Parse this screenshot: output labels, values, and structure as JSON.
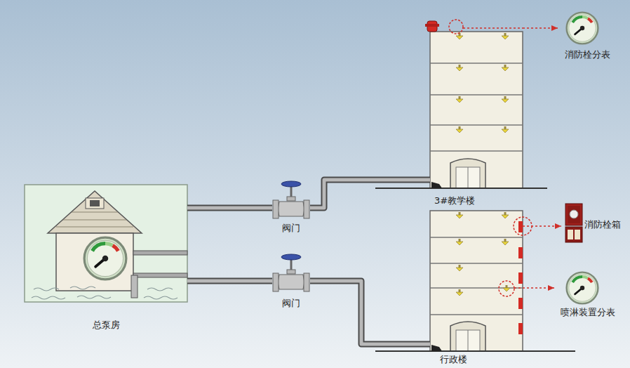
{
  "diagram": {
    "nodes": [
      {
        "text": [
          "总泵房"
        ]
      },
      {
        "text": [
          "阀门"
        ]
      },
      {
        "text": [
          "阀门"
        ]
      },
      {
        "text": [
          "3#教学楼"
        ]
      },
      {
        "text": [
          "行政楼"
        ]
      },
      {
        "text": [
          "消防栓分表"
        ]
      },
      {
        "text": [
          "消防栓箱"
        ]
      },
      {
        "text": [
          "喷淋装置分表"
        ]
      }
    ],
    "edges": [
      {
        "from": 0,
        "to": 1,
        "arrow": "none"
      },
      {
        "from": 1,
        "to": 3,
        "arrow": "none"
      },
      {
        "from": 0,
        "to": 2,
        "arrow": "none"
      },
      {
        "from": 2,
        "to": 4,
        "arrow": "none"
      },
      {
        "from": 3,
        "to": 5,
        "arrow": "to"
      },
      {
        "from": 4,
        "to": 6,
        "arrow": "to"
      },
      {
        "from": 4,
        "to": 7,
        "arrow": "to"
      }
    ]
  }
}
